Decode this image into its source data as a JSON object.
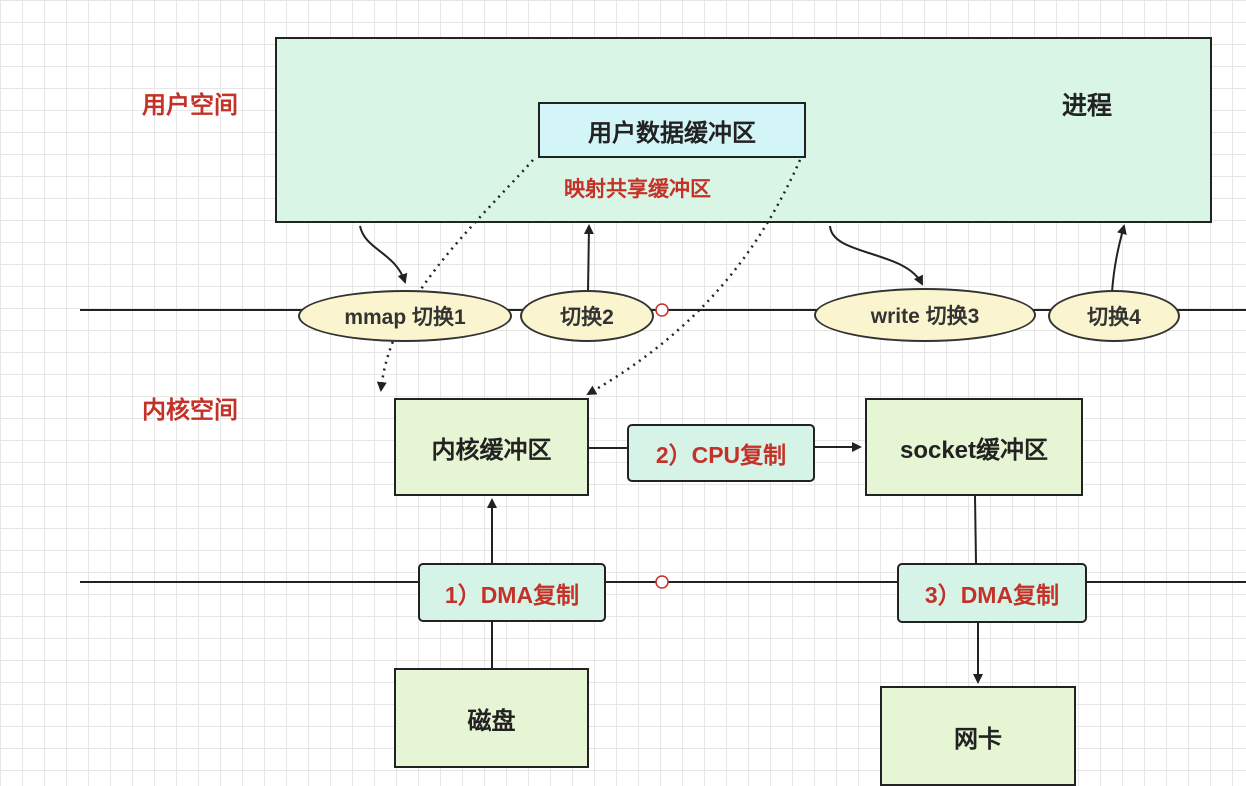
{
  "labels": {
    "user_space": "用户空间",
    "kernel_space": "内核空间",
    "process": "进程",
    "mmap_shared": "映射共享缓冲区"
  },
  "boxes": {
    "user_buffer": "用户数据缓冲区",
    "kernel_buffer": "内核缓冲区",
    "socket_buffer": "socket缓冲区",
    "disk": "磁盘",
    "nic": "网卡"
  },
  "copies": {
    "dma1": "1）DMA复制",
    "cpu2": "2）CPU复制",
    "dma3": "3）DMA复制"
  },
  "switches": {
    "s1": "mmap  切换1",
    "s2": "切换2",
    "s3": "write 切换3",
    "s4": "切换4"
  },
  "colors": {
    "red_text": "#c43127",
    "process_fill": "#d9f5e6",
    "user_buffer_fill": "#d4f5f8",
    "box_fill": "#e6f5d3",
    "switch_fill": "#fbf5cf"
  }
}
